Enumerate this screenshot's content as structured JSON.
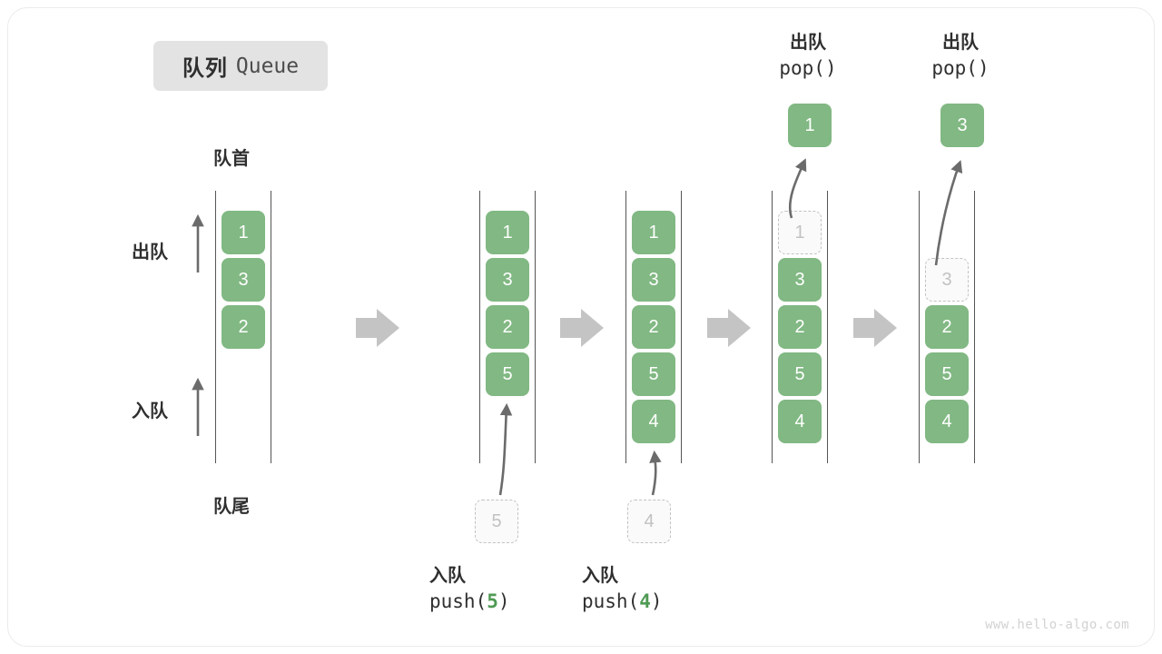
{
  "title": {
    "cn": "队列",
    "en": "Queue"
  },
  "labels": {
    "head": "队首",
    "tail": "队尾",
    "pop_side": "出队",
    "push_side": "入队"
  },
  "operations": {
    "pop_1": {
      "cn": "出队",
      "code_prefix": "pop(",
      "code_arg": "",
      "code_suffix": ")",
      "value": "1"
    },
    "pop_2": {
      "cn": "出队",
      "code_prefix": "pop(",
      "code_arg": "",
      "code_suffix": ")",
      "value": "3"
    },
    "push_1": {
      "cn": "入队",
      "code_prefix": "push(",
      "code_arg": "5",
      "code_suffix": ")",
      "value": "5"
    },
    "push_2": {
      "cn": "入队",
      "code_prefix": "push(",
      "code_arg": "4",
      "code_suffix": ")",
      "value": "4"
    }
  },
  "columns": [
    {
      "name": "queue-initial",
      "cells": [
        {
          "value": "1",
          "state": "filled"
        },
        {
          "value": "3",
          "state": "filled"
        },
        {
          "value": "2",
          "state": "filled"
        }
      ]
    },
    {
      "name": "queue-after-push-5",
      "cells": [
        {
          "value": "1",
          "state": "filled"
        },
        {
          "value": "3",
          "state": "filled"
        },
        {
          "value": "2",
          "state": "filled"
        },
        {
          "value": "5",
          "state": "filled"
        }
      ]
    },
    {
      "name": "queue-after-push-4",
      "cells": [
        {
          "value": "1",
          "state": "filled"
        },
        {
          "value": "3",
          "state": "filled"
        },
        {
          "value": "2",
          "state": "filled"
        },
        {
          "value": "5",
          "state": "filled"
        },
        {
          "value": "4",
          "state": "filled"
        }
      ]
    },
    {
      "name": "queue-after-pop-1",
      "cells": [
        {
          "value": "1",
          "state": "ghost"
        },
        {
          "value": "3",
          "state": "filled"
        },
        {
          "value": "2",
          "state": "filled"
        },
        {
          "value": "5",
          "state": "filled"
        },
        {
          "value": "4",
          "state": "filled"
        }
      ]
    },
    {
      "name": "queue-after-pop-3",
      "cells": [
        {
          "value": "",
          "state": "empty"
        },
        {
          "value": "3",
          "state": "ghost"
        },
        {
          "value": "2",
          "state": "filled"
        },
        {
          "value": "5",
          "state": "filled"
        },
        {
          "value": "4",
          "state": "filled"
        }
      ]
    }
  ],
  "ghost_inputs": [
    {
      "name": "push-ghost-5",
      "value": "5"
    },
    {
      "name": "push-ghost-4",
      "value": "4"
    }
  ],
  "popped": [
    {
      "name": "popped-box-1",
      "value": "1"
    },
    {
      "name": "popped-box-3",
      "value": "3"
    }
  ],
  "colors": {
    "cell_green": "#81b883",
    "ghost_border": "#c2c2c2",
    "rail": "#555555",
    "arrow": "#6b6b6b",
    "block_arrow": "#c4c4c4",
    "badge_bg": "#e3e3e3",
    "code_accent": "#4f9a54"
  },
  "watermark": "www.hello-algo.com"
}
